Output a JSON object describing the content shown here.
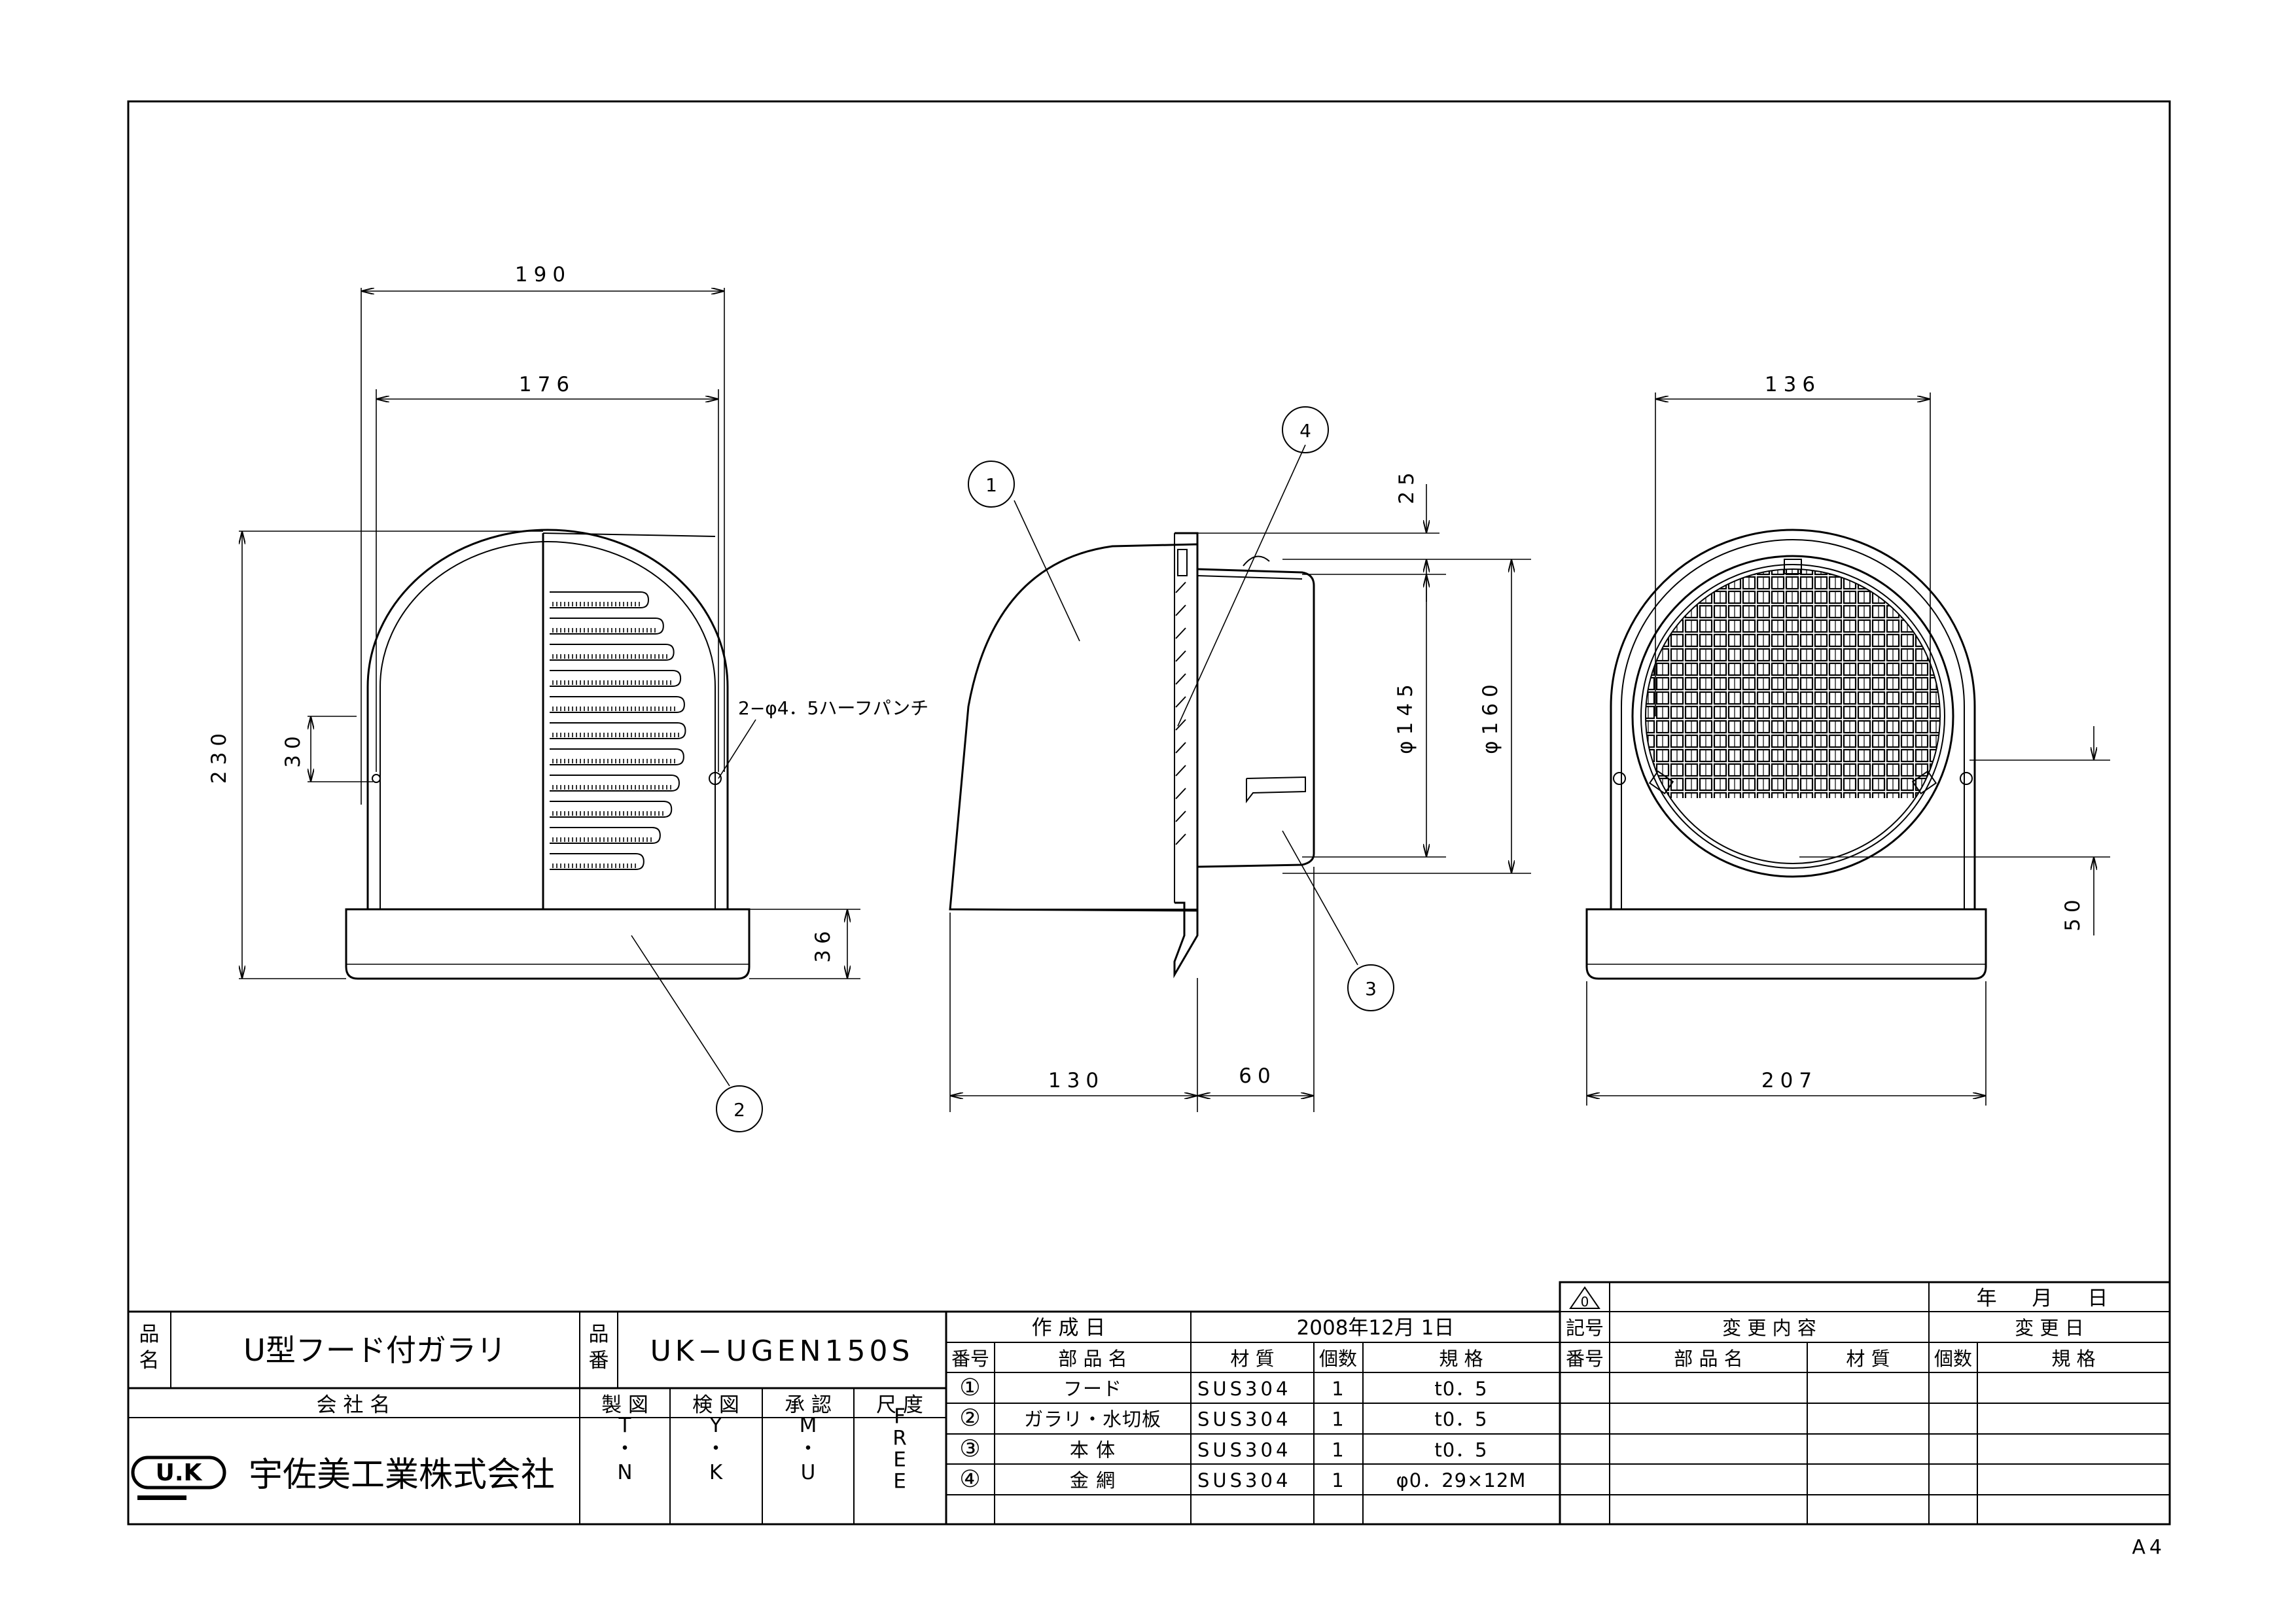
{
  "dimensions": {
    "front_outer_width": "190",
    "front_inner_width": "176",
    "front_height": "230",
    "punch_spacing": "30",
    "base_height": "36",
    "punch_note": "2−φ4．5ハーフパンチ",
    "side_depth": "130",
    "side_collar": "60",
    "top_offset": "25",
    "inner_diameter": "φ145",
    "outer_diameter": "φ160",
    "rear_width": "136",
    "rear_base_width": "207",
    "rear_offset": "50"
  },
  "balloons": [
    "1",
    "2",
    "3",
    "4"
  ],
  "title_block": {
    "hinmei_label": "品名",
    "product_name": "U型フード付ガラリ",
    "hinban_label": "品番",
    "product_code": "UK−UGEN150S",
    "company_name_label": "会 社 名",
    "company_logo": "U.K",
    "company_name": "宇佐美工業株式会社",
    "roles": [
      "製 図",
      "検 図",
      "承 認",
      "尺 度"
    ],
    "signatures": [
      "T・N",
      "Y・K",
      "M・U",
      "FREE"
    ],
    "created_label": "作 成 日",
    "created_date": "2008年12月 1日"
  },
  "parts_table": {
    "headers": [
      "番号",
      "部 品 名",
      "材 質",
      "個数",
      "規 格"
    ],
    "rows": [
      {
        "no": "①",
        "name": "フード",
        "material": "SUS304",
        "qty": "1",
        "spec": "t0．5"
      },
      {
        "no": "②",
        "name": "ガラリ・水切板",
        "material": "SUS304",
        "qty": "1",
        "spec": "t0．5"
      },
      {
        "no": "③",
        "name": "本 体",
        "material": "SUS304",
        "qty": "1",
        "spec": "t0．5"
      },
      {
        "no": "④",
        "name": "金 網",
        "material": "SUS304",
        "qty": "1",
        "spec": "φ0．29×12M"
      }
    ]
  },
  "revision_table": {
    "mark": "0",
    "date_header": "年 月 日",
    "headers": [
      "記号",
      "変 更 内 容",
      "変 更 日"
    ],
    "sub_headers": [
      "番号",
      "部 品 名",
      "材 質",
      "個数",
      "規 格"
    ]
  },
  "paper_size": "A4"
}
